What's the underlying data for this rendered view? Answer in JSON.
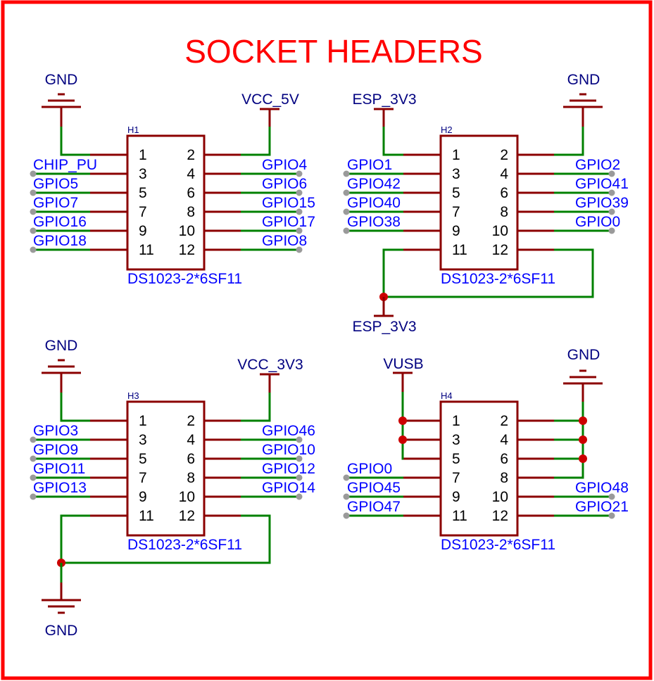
{
  "title": "SOCKET HEADERS",
  "colors": {
    "border": "#ff0000",
    "title": "#ff0000",
    "pin_wire": "#8b0000",
    "net_wire": "#008000",
    "net_label": "#0000ff",
    "power_label": "#000080",
    "junction": "#cc0000",
    "unconnected_end": "#9a9a9a"
  },
  "headers": [
    {
      "designator": "H1",
      "value": "DS1023-2*6SF11",
      "pins": [
        "1",
        "2",
        "3",
        "4",
        "5",
        "6",
        "7",
        "8",
        "9",
        "10",
        "11",
        "12"
      ],
      "power": {
        "pin1": {
          "net": "GND",
          "symbol": "ground-icon"
        },
        "pin2": {
          "net": "VCC_5V",
          "symbol": "power-bar-icon"
        }
      },
      "left_nets": [
        "CHIP_PU",
        "GPIO5",
        "GPIO7",
        "GPIO16",
        "GPIO18"
      ],
      "right_nets": [
        "GPIO4",
        "GPIO6",
        "GPIO15",
        "GPIO17",
        "GPIO8"
      ]
    },
    {
      "designator": "H2",
      "value": "DS1023-2*6SF11",
      "pins": [
        "1",
        "2",
        "3",
        "4",
        "5",
        "6",
        "7",
        "8",
        "9",
        "10",
        "11",
        "12"
      ],
      "power": {
        "pin1": {
          "net": "ESP_3V3",
          "symbol": "power-bar-icon"
        },
        "pin2": {
          "net": "GND",
          "symbol": "ground-icon"
        },
        "pins_11_12": {
          "net": "ESP_3V3",
          "symbol": "power-bar-icon"
        }
      },
      "left_nets": [
        "GPIO1",
        "GPIO42",
        "GPIO40",
        "GPIO38"
      ],
      "right_nets": [
        "GPIO2",
        "GPIO41",
        "GPIO39",
        "GPIO0"
      ]
    },
    {
      "designator": "H3",
      "value": "DS1023-2*6SF11",
      "pins": [
        "1",
        "2",
        "3",
        "4",
        "5",
        "6",
        "7",
        "8",
        "9",
        "10",
        "11",
        "12"
      ],
      "power": {
        "pin1": {
          "net": "GND",
          "symbol": "ground-icon"
        },
        "pin2": {
          "net": "VCC_3V3",
          "symbol": "power-bar-icon"
        },
        "pins_11_12": {
          "net": "GND",
          "symbol": "ground-icon"
        }
      },
      "left_nets": [
        "GPIO3",
        "GPIO9",
        "GPIO11",
        "GPIO13"
      ],
      "right_nets": [
        "GPIO46",
        "GPIO10",
        "GPIO12",
        "GPIO14"
      ]
    },
    {
      "designator": "H4",
      "value": "DS1023-2*6SF11",
      "pins": [
        "1",
        "2",
        "3",
        "4",
        "5",
        "6",
        "7",
        "8",
        "9",
        "10",
        "11",
        "12"
      ],
      "power": {
        "pins_1_3_5": {
          "net": "VUSB",
          "symbol": "power-bar-icon"
        },
        "pins_2_4_6_8": {
          "net": "GND",
          "symbol": "ground-icon"
        }
      },
      "left_nets": [
        "GPIO0",
        "GPIO45",
        "GPIO47"
      ],
      "right_nets": [
        "GPIO48",
        "GPIO21"
      ]
    }
  ]
}
